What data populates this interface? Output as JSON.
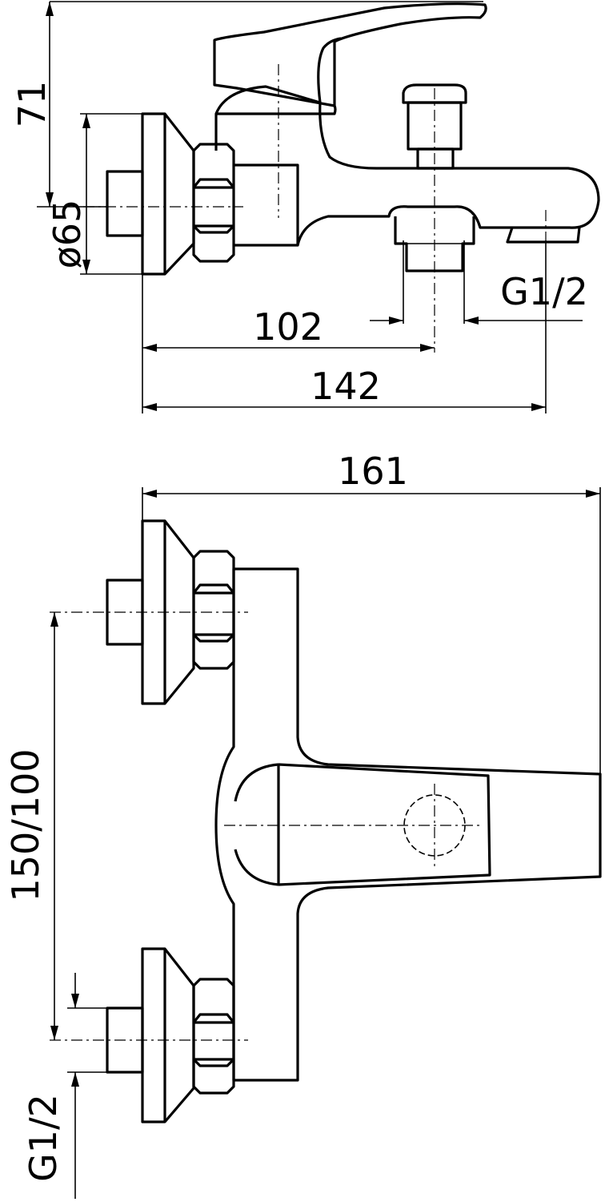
{
  "diagram": {
    "side_view": {
      "dim_height": "71",
      "dim_flange_diameter": "ø65",
      "dim_outlet_offset": "102",
      "dim_spout_length": "142",
      "dim_outlet_thread": "G1/2"
    },
    "top_view": {
      "dim_total_length": "161",
      "dim_inlet_spacing": "150/100",
      "dim_inlet_thread": "G1/2"
    }
  }
}
